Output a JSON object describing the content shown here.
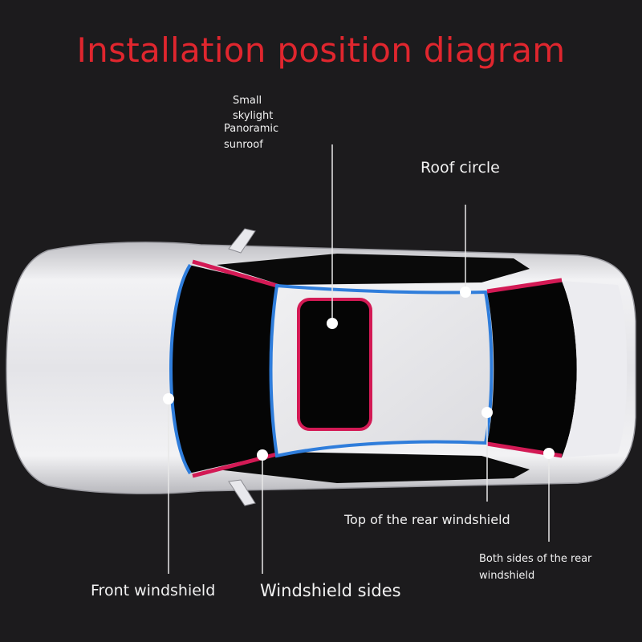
{
  "title": "Installation position diagram",
  "colors": {
    "title": "#e0262e",
    "background": "#1c1b1d",
    "seal_blue": "#2f7ddb",
    "seal_red": "#d31a55",
    "car_body": "#e6e6ea",
    "glass": "#050505"
  },
  "labels": {
    "small_skylight_line1": "Small",
    "small_skylight_line2": "skylight",
    "panoramic_line1": "Panoramic",
    "panoramic_line2": "sunroof",
    "roof_circle": "Roof circle",
    "top_rear_windshield": "Top of the rear windshield",
    "both_sides_rear_line1": "Both sides of the rear",
    "both_sides_rear_line2": "windshield",
    "front_windshield": "Front windshield",
    "windshield_sides": "Windshield sides"
  }
}
